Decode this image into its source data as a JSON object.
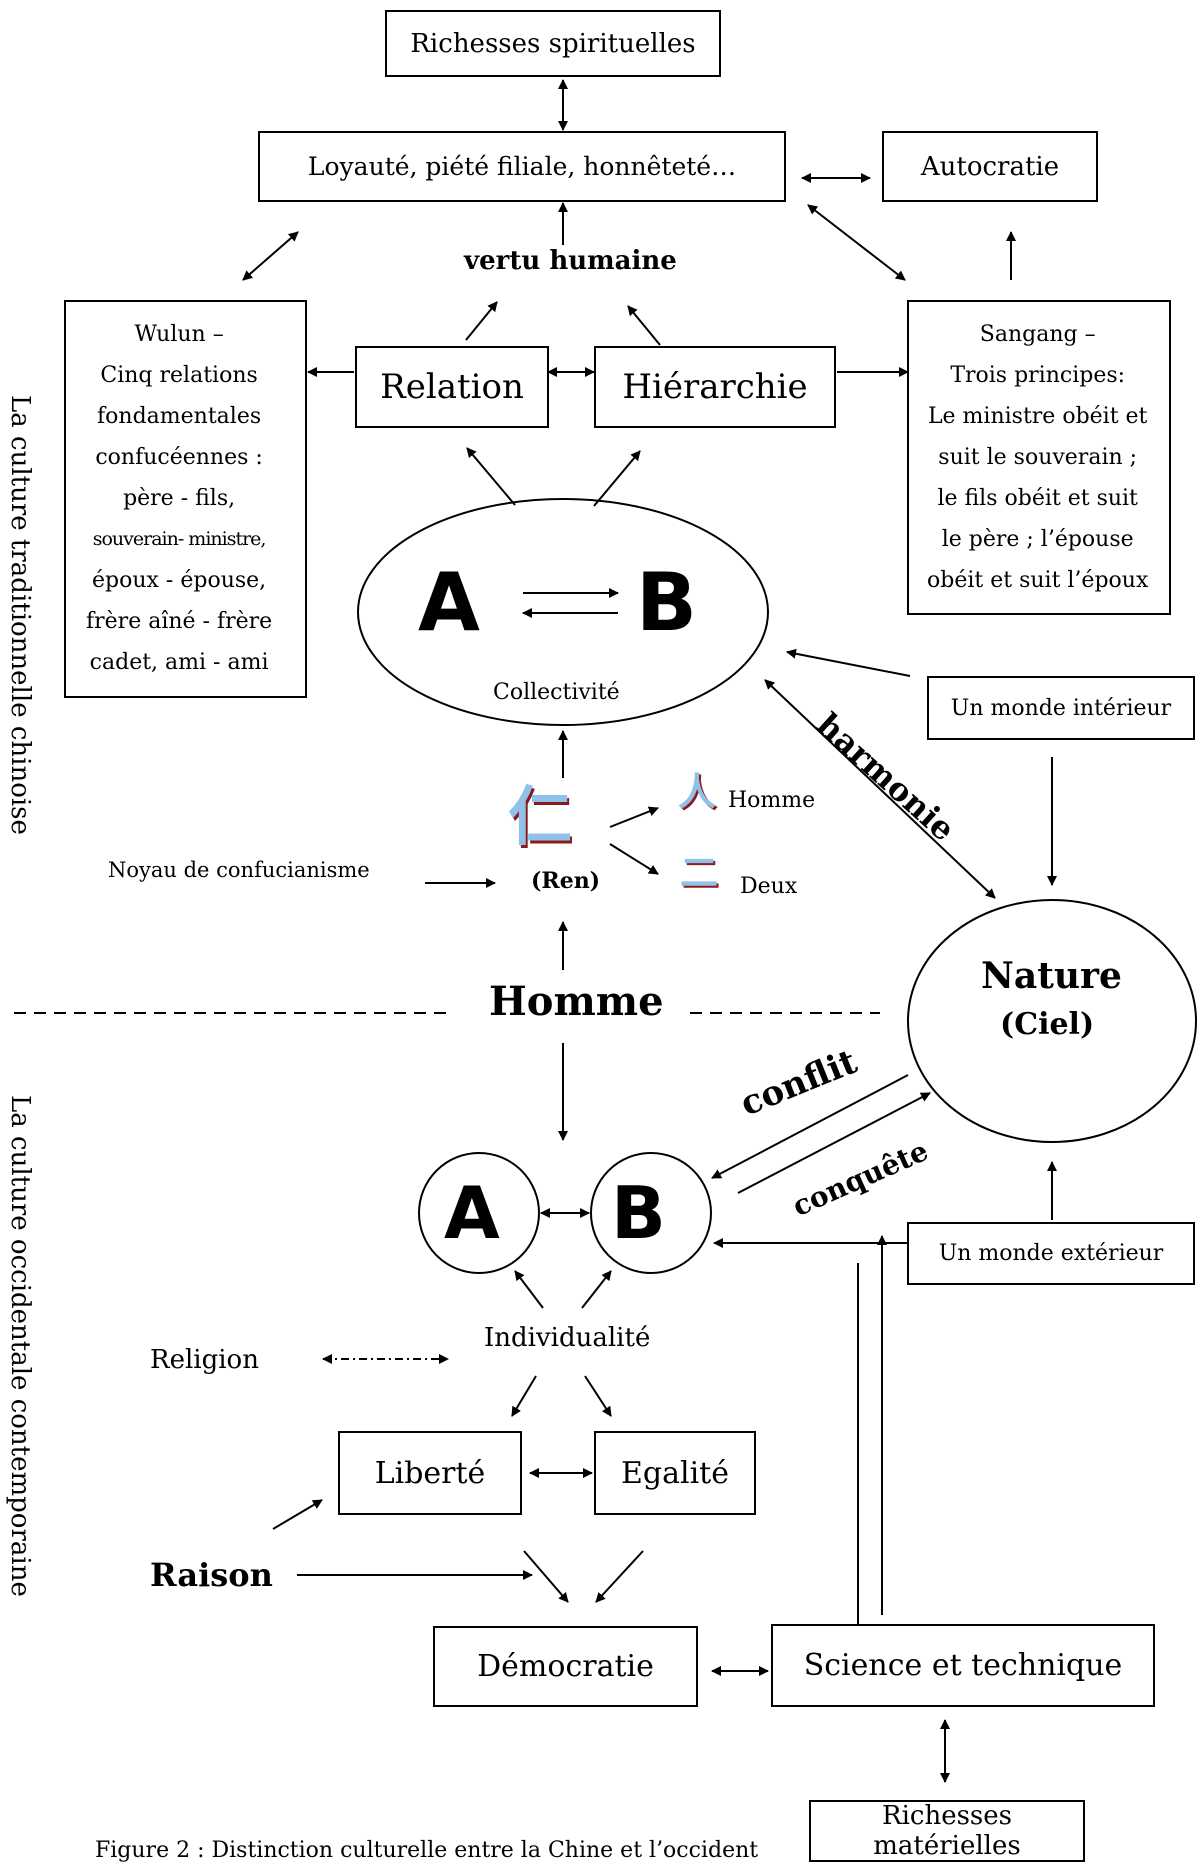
{
  "boxes": {
    "richesses_spirituelles": "Richesses spirituelles",
    "loyaute": "Loyauté, piété filiale, honnêteté…",
    "autocratie": "Autocratie",
    "relation": "Relation",
    "hierarchie": "Hiérarchie",
    "monde_interieur": "Un monde intérieur",
    "monde_exterieur": "Un monde extérieur",
    "liberte": "Liberté",
    "egalite": "Egalité",
    "democratie": "Démocratie",
    "science": "Science et technique",
    "richesses_materielles": "Richesses matérielles"
  },
  "wulun": {
    "lines": [
      "Wulun    –",
      "Cinq relations",
      "fondamentales",
      "confucéennes :",
      "père - fils,",
      "souverain- ministre,",
      "époux - épouse,",
      "frère aîné - frère",
      "cadet, ami - ami"
    ]
  },
  "sangang": {
    "lines": [
      "Sangang –",
      "Trois principes:",
      "Le ministre obéit et",
      "suit le souverain ;",
      "le fils obéit et suit",
      "le père ; l’épouse",
      "obéit et suit l’époux"
    ]
  },
  "labels": {
    "vertu_humaine": "vertu humaine",
    "collectivite": "Collectivité",
    "letter_a": "A",
    "letter_b": "B",
    "ren_char": "仁",
    "ren_label": "(Ren)",
    "ren_ren": "人",
    "ren_er": "二",
    "homme_small": "Homme",
    "deux": "Deux",
    "noyau": "Noyau de confucianisme",
    "homme_big": "Homme",
    "nature": "Nature",
    "ciel": "(Ciel)",
    "harmonie": "harmonie",
    "conflit": "conflit",
    "conquete": "conquête",
    "individualite": "Individualité",
    "religion": "Religion",
    "raison": "Raison",
    "side_top": "La culture traditionnelle chinoise",
    "side_bottom": "La culture occidentale contemporaine",
    "caption": "Figure 2 : Distinction culturelle entre la Chine et l’occident"
  },
  "colors": {
    "ren_blue": "#8fc1ea",
    "ren_red": "#8b1a1a"
  }
}
